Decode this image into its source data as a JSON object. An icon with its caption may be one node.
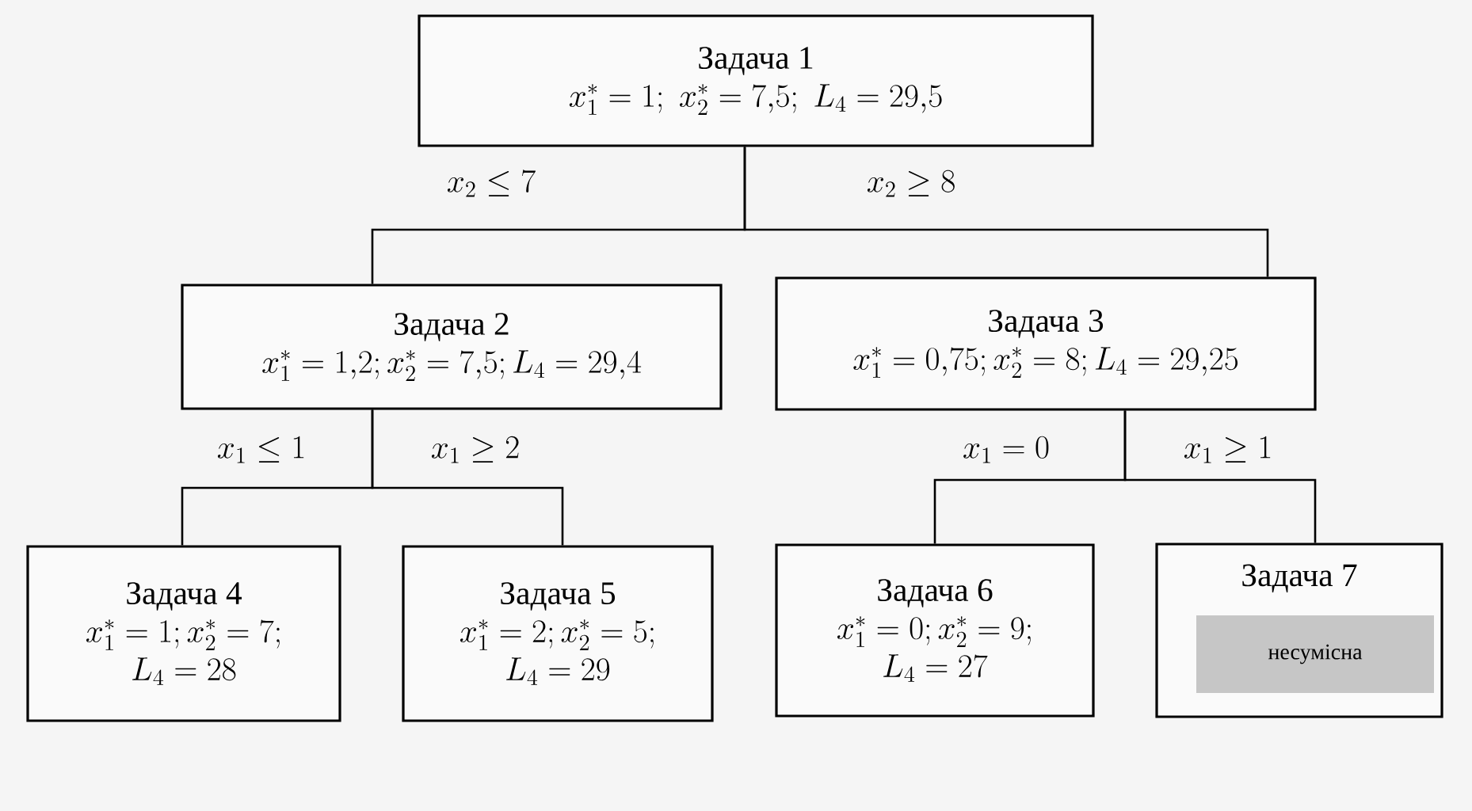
{
  "diagram": {
    "nodes": [
      {
        "text": [
          "Задача 1",
          "x_1^{*} = 1;\\; x_2^{*} = 7{,}5;\\; L_4 = 29{,}5"
        ]
      },
      {
        "text": [
          "Задача 2",
          "x_1^{*} = 1{,}2; x_2^{*} = 7{,}5; L_4 = 29{,}4"
        ]
      },
      {
        "text": [
          "Задача 3",
          "x_1^{*} = 0{,}75; x_2^{*} = 8; L_4 = 29{,}25"
        ]
      },
      {
        "text": [
          "Задача 4",
          "x_1^{*} = 1; x_2^{*} = 7;",
          "L_4 = 28"
        ]
      },
      {
        "text": [
          "Задача 5",
          "x_1^{*} = 2; x_2^{*} = 5;",
          "L_4 = 29"
        ]
      },
      {
        "text": [
          "Задача 6",
          "x_1^{*} = 0; x_2^{*} = 9;",
          "L_4 = 27"
        ]
      },
      {
        "text": [
          "Задача 7"
        ]
      },
      {
        "text": [
          "несумісна"
        ],
        "in": 6
      }
    ],
    "edges": [
      {
        "from": 0,
        "to": 1,
        "arrow": "none",
        "label": "x_2 \\le 7"
      },
      {
        "from": 0,
        "to": 2,
        "arrow": "none",
        "label": "x_2 \\ge 8"
      },
      {
        "from": 1,
        "to": 3,
        "arrow": "none",
        "label": "x_1 \\le 1"
      },
      {
        "from": 1,
        "to": 4,
        "arrow": "none",
        "label": "x_1 \\ge 2"
      },
      {
        "from": 2,
        "to": 5,
        "arrow": "none",
        "label": "x_1 = 0"
      },
      {
        "from": 2,
        "to": 6,
        "arrow": "none",
        "label": "x_1 \\ge 1"
      }
    ]
  }
}
